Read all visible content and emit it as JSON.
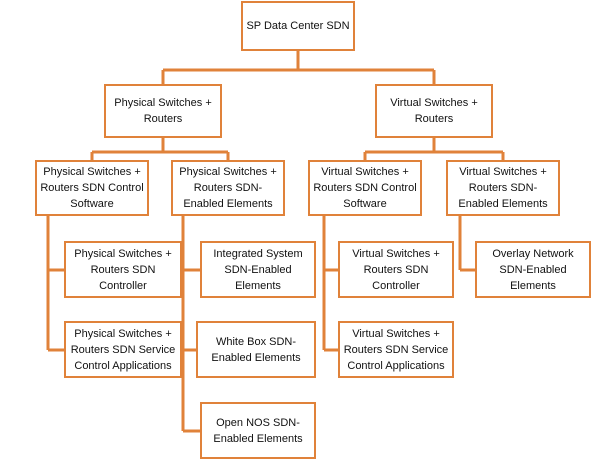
{
  "colors": {
    "box_border": "#e0823a",
    "connector": "#e0823a",
    "text": "#111111",
    "background": "#ffffff"
  },
  "nodes": {
    "root": "SP Data Center  SDN",
    "physical": "Physical Switches +\nRouters",
    "virtual": "Virtual Switches +\nRouters",
    "phys_control_sw": "Physical Switches +\nRouters SDN Control\nSoftware",
    "phys_enabled": "Physical Switches +\nRouters SDN-\nEnabled Elements",
    "virt_control_sw": "Virtual Switches +\nRouters SDN Control\nSoftware",
    "virt_enabled": "Virtual Switches +\nRouters SDN-\nEnabled Elements",
    "phys_controller": "Physical Switches +\nRouters SDN\nController",
    "phys_service_apps": "Physical Switches +\nRouters SDN Service\nControl Applications",
    "integrated_system": "Integrated System\nSDN-Enabled\nElements",
    "white_box": "White Box SDN-\nEnabled Elements",
    "open_nos": "Open NOS SDN-\nEnabled Elements",
    "virt_controller": "Virtual Switches +\nRouters SDN\nController",
    "virt_service_apps": "Virtual Switches +\nRouters SDN Service\nControl Applications",
    "overlay_network": "Overlay Network\nSDN-Enabled\nElements"
  }
}
